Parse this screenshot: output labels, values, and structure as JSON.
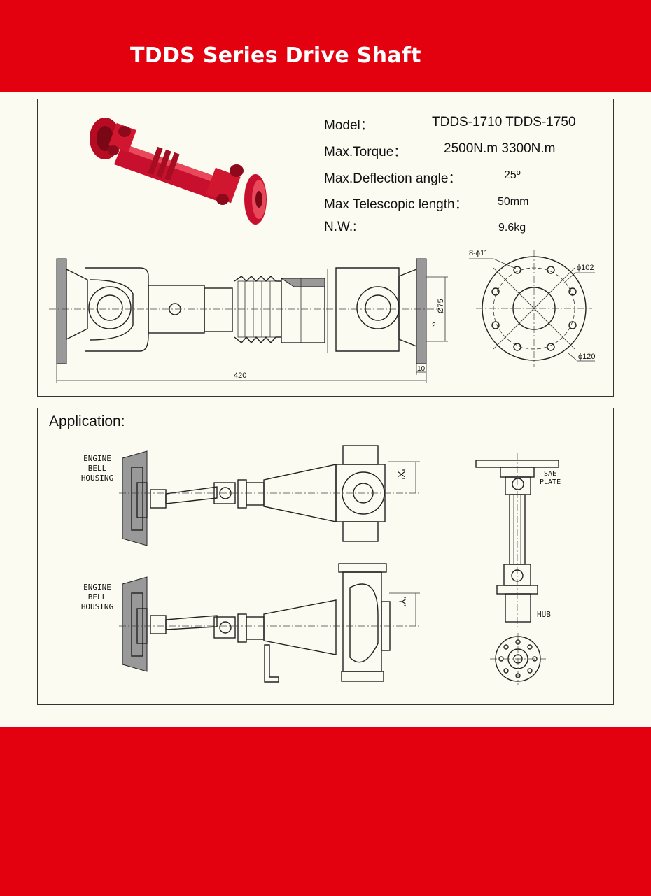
{
  "header": {
    "title": "TDDS Series Drive Shaft"
  },
  "specs": {
    "model_label": "Model：",
    "model_values": "TDDS-1710  TDDS-1750",
    "torque_label": "Max.Torque：",
    "torque_values": "2500N.m     3300N.m",
    "deflection_label": "Max.Deflection angle：",
    "deflection_value": "25º",
    "telescopic_label": "Max Telescopic length：",
    "telescopic_value": "50mm",
    "nw_label": "N.W.:",
    "nw_value": "9.6kg"
  },
  "drawing": {
    "length": "420",
    "diameter": "Ø75",
    "small_dim": "2",
    "flange_thickness": "10",
    "bolt_holes": "8-ϕ11",
    "inner_dia": "ϕ102",
    "outer_dia": "ϕ120"
  },
  "application": {
    "label": "Application:",
    "engine_label_1": [
      "ENGINE",
      "BELL",
      "HOUSING"
    ],
    "engine_label_2": [
      "ENGINE",
      "BELL",
      "HOUSING"
    ],
    "x_mark": "'X'",
    "y_mark": "'Y'",
    "sae_plate": [
      "SAE",
      "PLATE"
    ],
    "hub": "HUB"
  }
}
